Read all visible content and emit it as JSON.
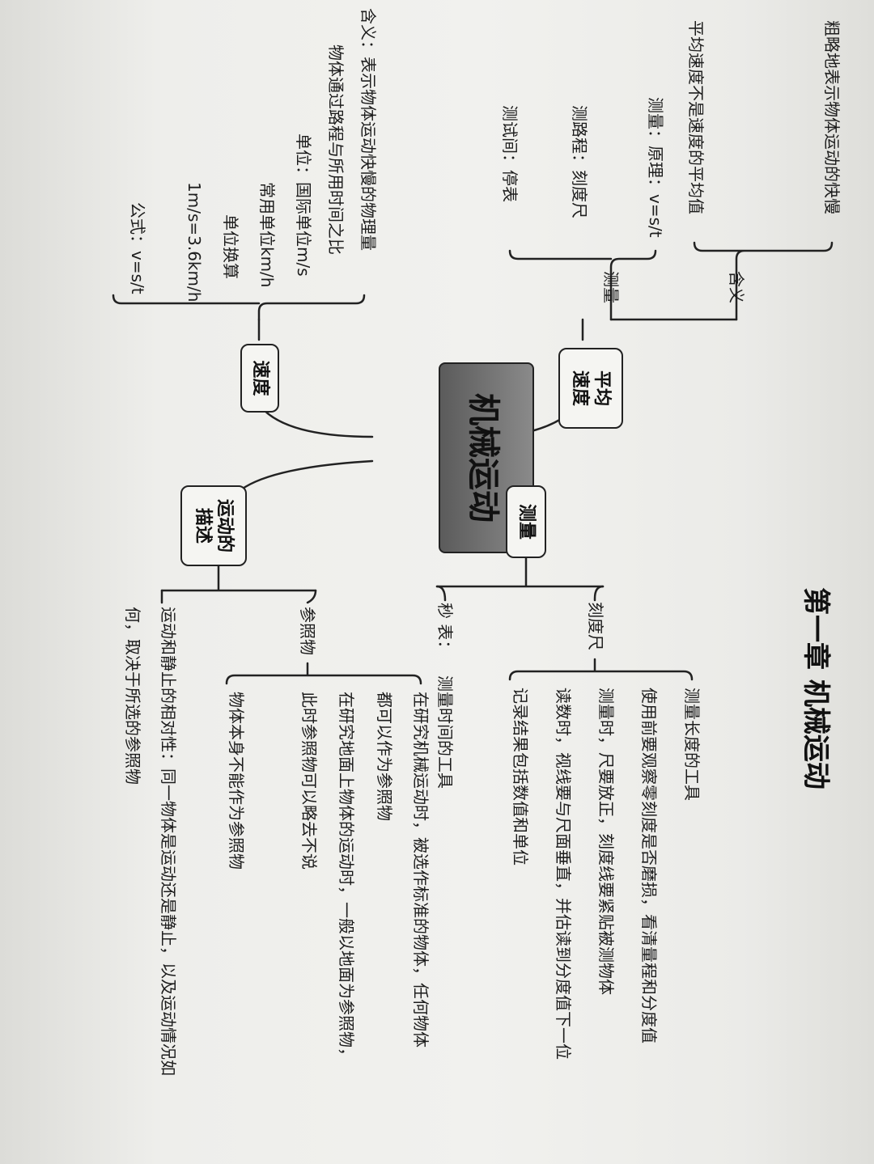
{
  "title": "第一章   机械运动",
  "center": "机械运动",
  "branches": {
    "measure": "测量",
    "avg_speed": [
      "平均",
      "速度"
    ],
    "speed": "速度",
    "motion": [
      "运动的",
      "描述"
    ]
  },
  "measure": {
    "ruler_label": "刻度尺",
    "ruler_items": [
      "测量长度的工具",
      "使用前要观察零刻度是否磨损，看清量程和分度值",
      "测量时，尺要放正，刻度线要紧贴被测物体",
      "读数时，视线要与尺面垂直，并估读到分度值下一位",
      "记录结果包括数值和单位"
    ],
    "watch_label": "秒  表：",
    "watch_text": "测量时间的工具"
  },
  "avg_speed": {
    "meaning_label": "含义",
    "meaning_items": [
      "粗略地表示物体运动的快慢",
      "平均速度不是速度的平均值"
    ],
    "measure_label": "测量",
    "measure_items": [
      "测量：原理：v=s/t",
      "测路程：刻度尺",
      "测试间：停表"
    ]
  },
  "speed": {
    "items": [
      "含义：表示物体运动快慢的物理量",
      "物体通过路程与所用时间之比",
      "单位：国际单位m/s",
      "常用单位km/h",
      "单位换算",
      "1m/s=3.6km/h",
      "公式：v=s/t"
    ]
  },
  "motion": {
    "ref_label": "参照物",
    "ref_items": [
      "在研究机械运动时，被选作标准的物体，任何物体",
      "都可以作为参照物",
      "在研究地面上物体的运动时，一般以地面为参照物，",
      "此时参照物可以略去不说",
      "物体本身不能作为参照物"
    ],
    "relativity": [
      "运动和静止的相对性：同一物体是运动还是静止，以及运动情况如",
      "何，取决于所选的参照物"
    ]
  }
}
